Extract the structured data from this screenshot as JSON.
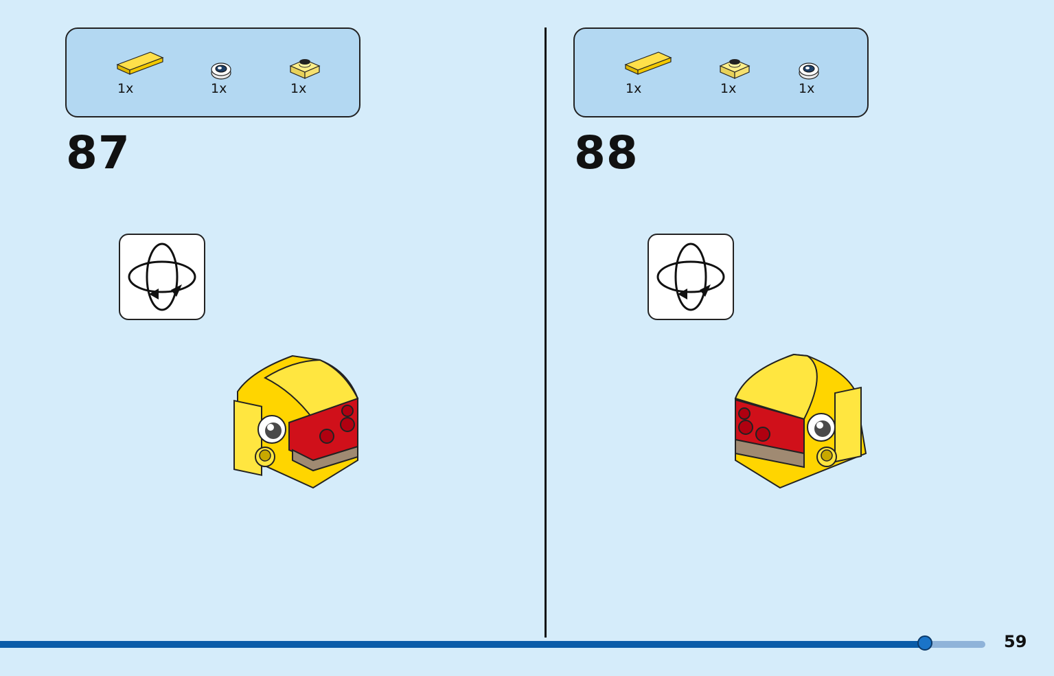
{
  "left_step": {
    "number": "87",
    "parts": [
      {
        "name": "yellow-tile-1x4-icon",
        "qty": "1x"
      },
      {
        "name": "eye-round-tile-icon",
        "qty": "1x"
      },
      {
        "name": "light-yellow-plate-1x1-icon",
        "qty": "1x"
      }
    ]
  },
  "right_step": {
    "number": "88",
    "parts": [
      {
        "name": "yellow-tile-1x4-icon",
        "qty": "1x"
      },
      {
        "name": "light-yellow-plate-1x1-icon",
        "qty": "1x"
      },
      {
        "name": "eye-round-tile-icon",
        "qty": "1x"
      }
    ]
  },
  "rotate_icon": "rotate-model-icon",
  "progress": {
    "fraction": 0.939
  },
  "page_number": "59",
  "colors": {
    "background": "#d5ecfa",
    "parts_box": "#b3d8f2",
    "brick_yellow": "#ffd500",
    "brick_red": "#d0101a",
    "progress_fill": "#0a5ca8",
    "progress_track": "#8fb3d9"
  }
}
